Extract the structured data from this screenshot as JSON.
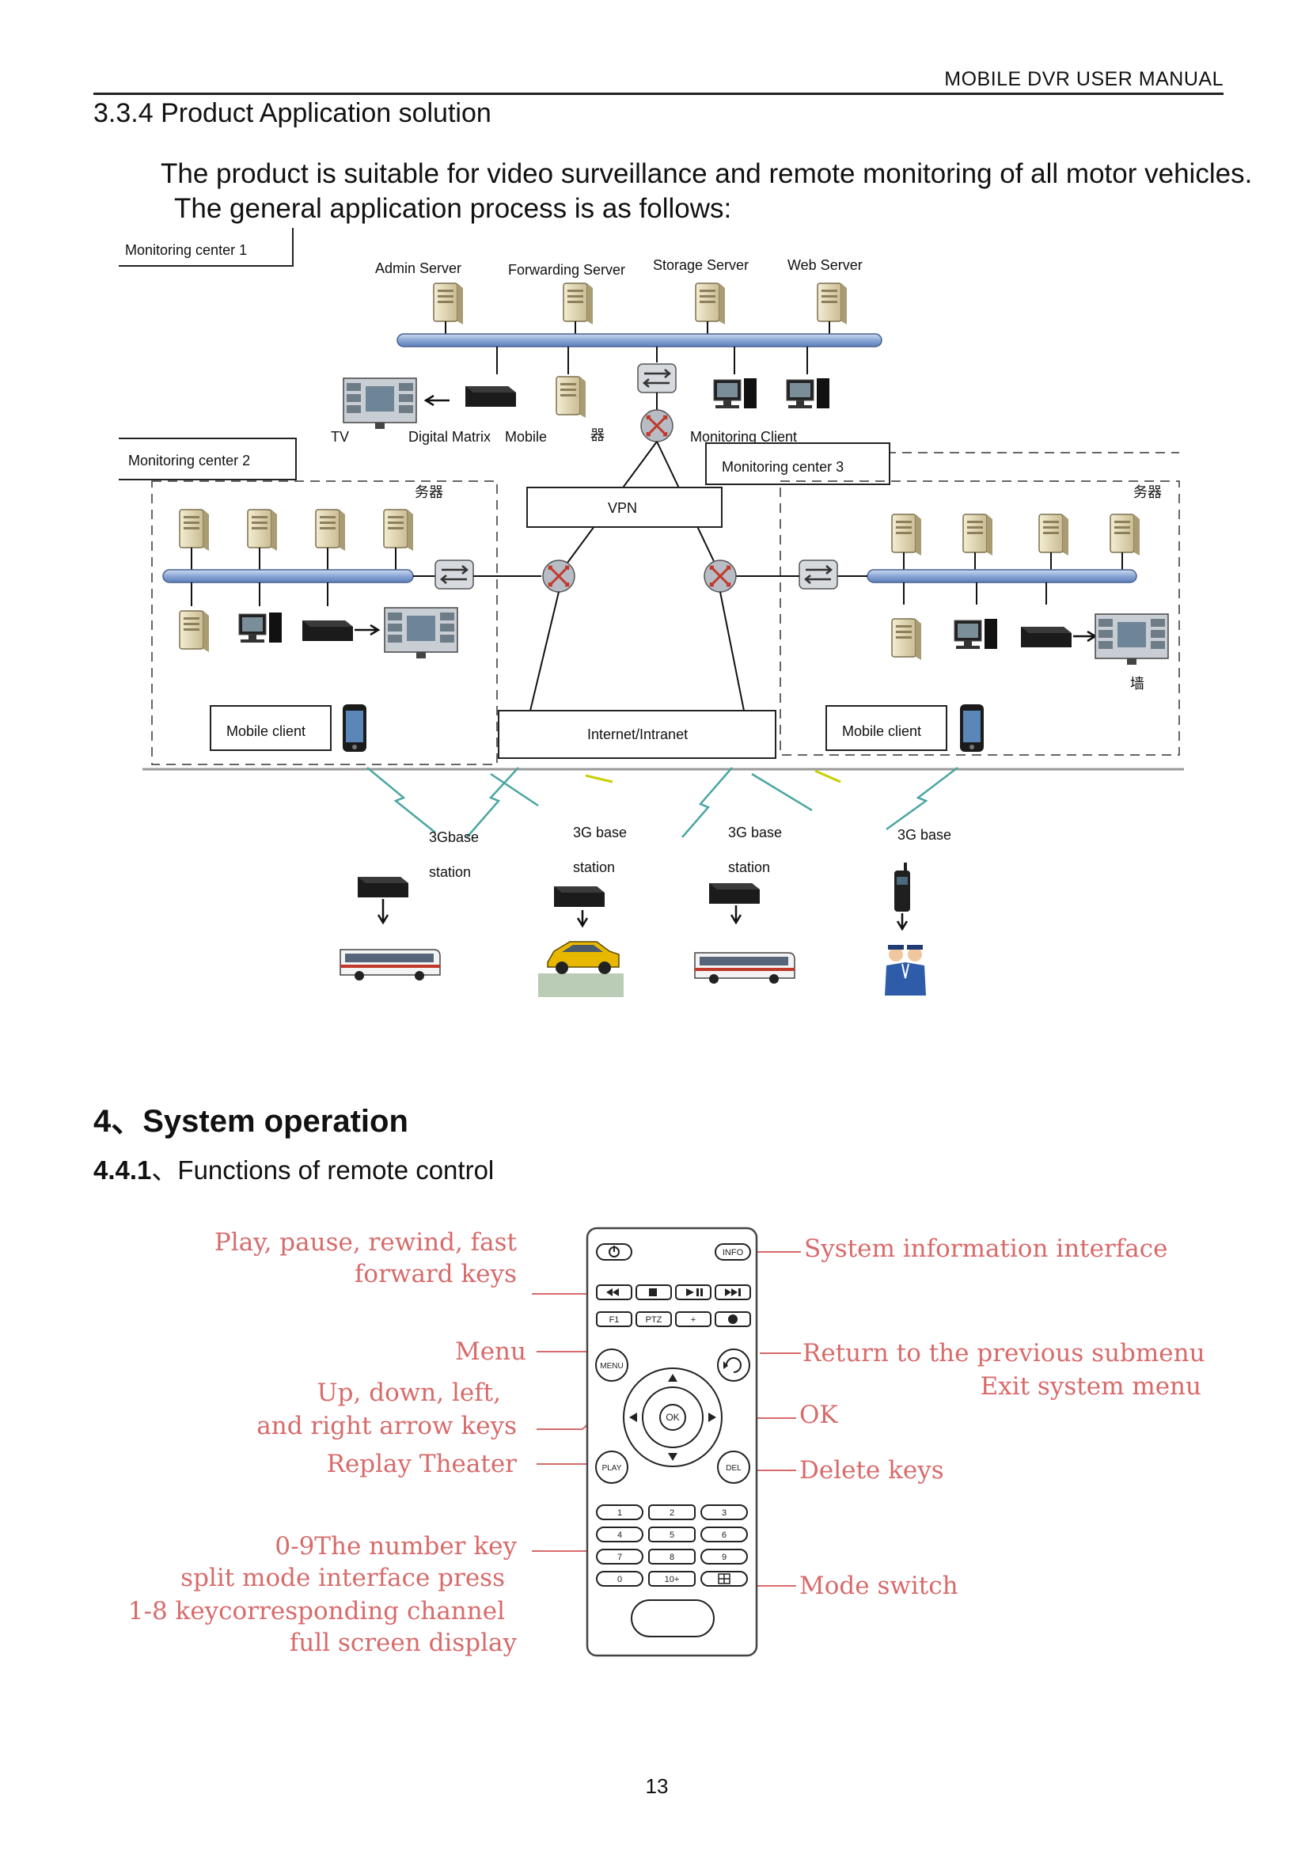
{
  "header": {
    "title": "MOBILE  DVR  USER  MANUAL"
  },
  "section": {
    "heading": "3.3.4 Product Application solution",
    "paragraph_line1": "The product is suitable for video surveillance and remote monitoring of all motor vehicles.",
    "paragraph_line2": "The general application process is as follows:"
  },
  "diagram": {
    "monitoring_center_1": "Monitoring center 1",
    "monitoring_center_2": "Monitoring center 2",
    "monitoring_center_3": "Monitoring center 3",
    "servers": [
      "Admin Server",
      "Forwarding Server",
      "Storage Server",
      "Web Server"
    ],
    "clipped_labels": [
      "TV",
      "Digital Matrix",
      "Mobile",
      "器",
      "Monitoring Client"
    ],
    "garbled_server_tag": "务器",
    "wall_tag": "墙",
    "vpn": "VPN",
    "internet": "Internet/Intranet",
    "mobile_client": "Mobile client",
    "base_stations": [
      {
        "line1": "3Gbase",
        "line2": "station"
      },
      {
        "line1": "3G base",
        "line2": "station"
      },
      {
        "line1": "3G base",
        "line2": "station"
      },
      {
        "line1": "3G base",
        "line2": ""
      }
    ]
  },
  "system_operation": {
    "heading": "4、System operation",
    "sub_number": "4.4.1",
    "sub_title": "、Functions of remote control"
  },
  "remote": {
    "left_labels": {
      "play_line1": "Play, pause, rewind, fast",
      "play_line2": "forward keys",
      "menu": "Menu",
      "arrows_line1": "Up, down, left,",
      "arrows_line2": "and right arrow keys",
      "replay": "Replay Theater",
      "number_line1": "0-9The number key",
      "number_line2": "split mode interface press",
      "number_line3": "1-8 keycorresponding channel",
      "number_line4": "full screen display"
    },
    "right_labels": {
      "sysinfo": "System information interface",
      "return_line1": "Return to the previous submenu",
      "return_line2": "Exit system menu",
      "ok": "OK",
      "delete": "Delete keys",
      "mode": "Mode switch"
    },
    "buttons": {
      "info": "INFO",
      "f1": "F1",
      "ptz": "PTZ",
      "menu": "MENU",
      "ok": "OK",
      "play": "PLAY",
      "del": "DEL",
      "numbers": [
        "1",
        "2",
        "3",
        "4",
        "5",
        "6",
        "7",
        "8",
        "9",
        "0",
        "10+"
      ]
    },
    "label_color": "#d86a6a"
  },
  "page_number": "13"
}
